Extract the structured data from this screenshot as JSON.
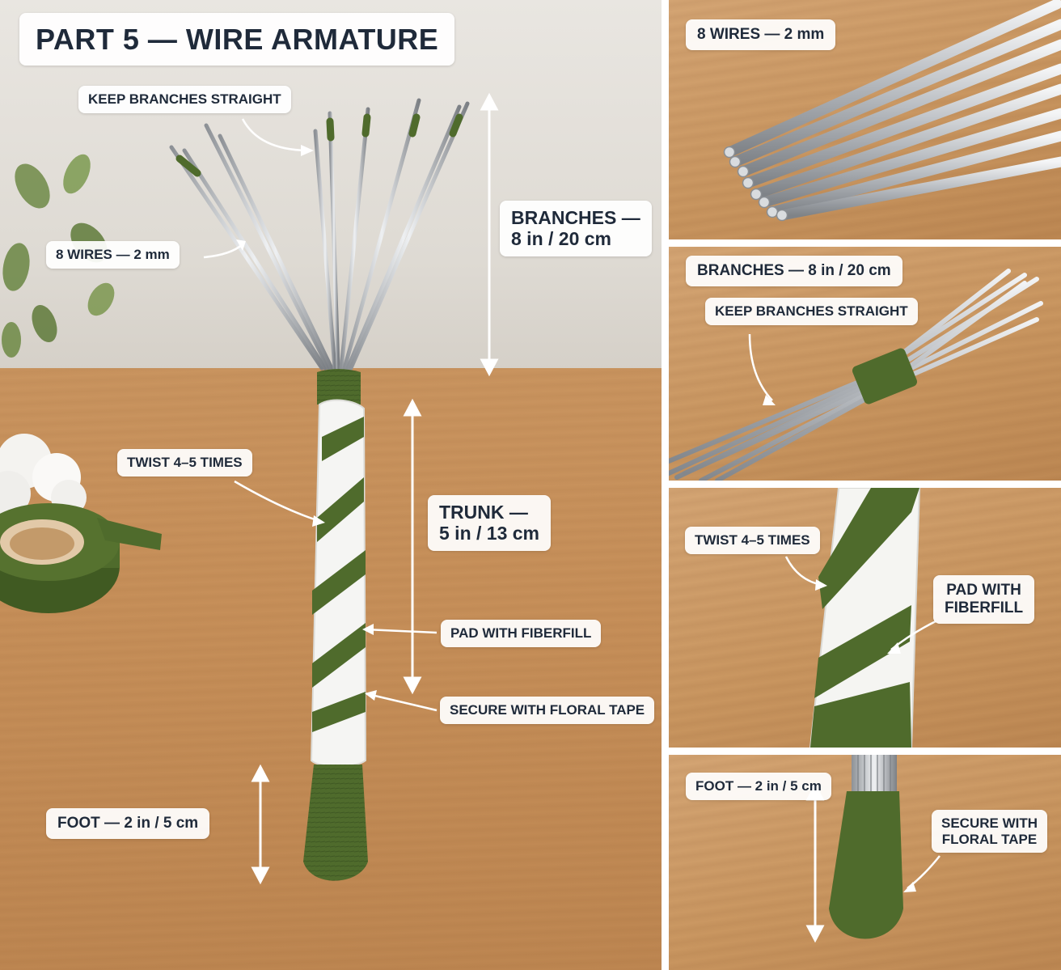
{
  "main": {
    "title": "PART 5 — WIRE ARMATURE",
    "labels": {
      "keep_straight": "KEEP BRANCHES STRAIGHT",
      "wires": "8 WIRES — 2 mm",
      "branches_line1": "BRANCHES —",
      "branches_line2": "8 in / 20 cm",
      "twist": "TWIST 4–5 TIMES",
      "trunk_line1": "TRUNK —",
      "trunk_line2": "5 in / 13 cm",
      "pad": "PAD WITH FIBERFILL",
      "secure": "SECURE WITH FLORAL TAPE",
      "foot": "FOOT — 2 in / 5 cm"
    }
  },
  "detail_wires": {
    "label": "8 WIRES — 2 mm"
  },
  "detail_branches": {
    "label": "BRANCHES — 8 in / 20 cm",
    "note": "KEEP BRANCHES STRAIGHT"
  },
  "detail_trunk": {
    "twist": "TWIST 4–5 TIMES",
    "pad_line1": "PAD WITH",
    "pad_line2": "FIBERFILL"
  },
  "detail_foot": {
    "label": "FOOT — 2 in / 5 cm",
    "secure_line1": "SECURE WITH",
    "secure_line2": "FLORAL TAPE"
  },
  "colors": {
    "floral_tape": "#4f6b2c",
    "wire": "#c9ccd0",
    "wood": "#c99660",
    "wall": "#e2ded8",
    "label_text": "#1f2a3a"
  }
}
